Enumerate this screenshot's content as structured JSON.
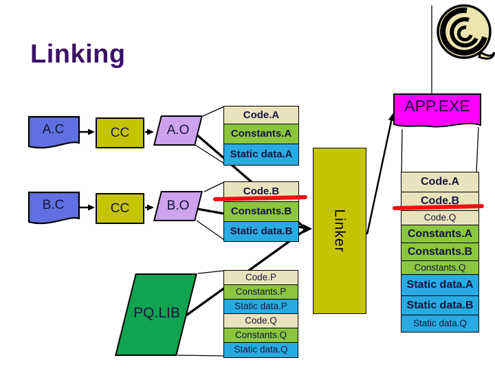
{
  "slide": {
    "title": "Linking"
  },
  "pipeline": {
    "source_a": "A.C",
    "source_b": "B.C",
    "compiler": "CC",
    "object_a": "A.O",
    "object_b": "B.O",
    "library": "PQ.LIB",
    "linker": "Linker",
    "output": "APP.EXE"
  },
  "stacks": {
    "a": [
      {
        "label": "Code.A",
        "kind": "code",
        "bold": true
      },
      {
        "label": "Constants.A",
        "kind": "consts",
        "bold": true
      },
      {
        "label": "Static data.A",
        "kind": "sdata",
        "bold": true
      }
    ],
    "b": [
      {
        "label": "Code.B",
        "kind": "code",
        "bold": true
      },
      {
        "label": "Constants.B",
        "kind": "consts",
        "bold": true
      },
      {
        "label": "Static data.B",
        "kind": "sdata",
        "bold": true
      }
    ],
    "pq": [
      {
        "label": "Code.P",
        "kind": "code",
        "bold": false
      },
      {
        "label": "Constants.P",
        "kind": "consts",
        "bold": false
      },
      {
        "label": "Static data.P",
        "kind": "sdata",
        "bold": false
      },
      {
        "label": "Code.Q",
        "kind": "code",
        "bold": false
      },
      {
        "label": "Constants.Q",
        "kind": "consts",
        "bold": false
      },
      {
        "label": "Static data.Q",
        "kind": "sdata",
        "bold": false
      }
    ],
    "exe": [
      {
        "label": "Code.A",
        "kind": "code",
        "bold": true
      },
      {
        "label": "Code.B",
        "kind": "code",
        "bold": true
      },
      {
        "label": "Code.Q",
        "kind": "code",
        "bold": false
      },
      {
        "label": "Constants.A",
        "kind": "consts",
        "bold": true
      },
      {
        "label": "Constants.B",
        "kind": "consts",
        "bold": true
      },
      {
        "label": "Constants.Q",
        "kind": "consts",
        "bold": false
      },
      {
        "label": "Static data.A",
        "kind": "sdata",
        "bold": true
      },
      {
        "label": "Static data.B",
        "kind": "sdata",
        "bold": true
      },
      {
        "label": "Static data.Q",
        "kind": "sdata",
        "bold": false
      }
    ]
  },
  "annotations": {
    "highlighted_section": "Code.B",
    "highlight_color": "#ee1111"
  },
  "colors": {
    "title": "#3b1166",
    "text": "#14143c",
    "code": "#e8e3bc",
    "consts": "#8cc63f",
    "sdata": "#29abe2",
    "compiler": "#c4c400",
    "source": "#6070e0",
    "object": "#cda2ee",
    "library": "#10a350",
    "exe": "#ff00ff",
    "red": "#ee1111"
  }
}
